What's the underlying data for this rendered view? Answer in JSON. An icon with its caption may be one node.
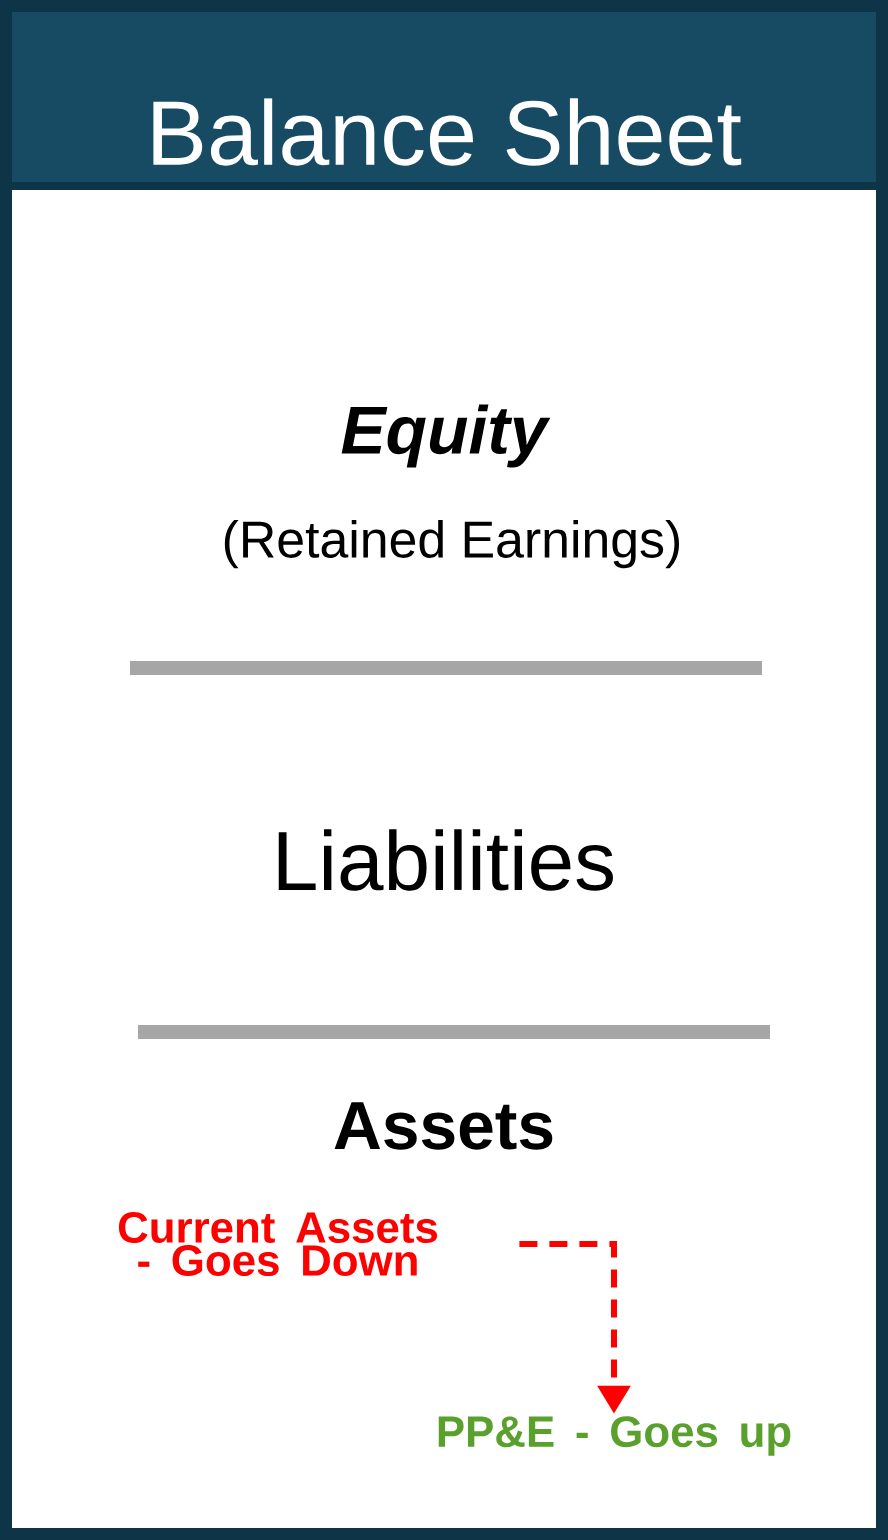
{
  "diagram": {
    "title": "Balance Sheet",
    "nodes": [
      {
        "text": [
          "Current Assets - Goes Down"
        ]
      },
      {
        "text": [
          "PP&E - Goes up"
        ]
      }
    ],
    "edges": [
      {
        "from": 0,
        "to": 1,
        "arrow": "to",
        "style": "dashed",
        "color": "#ff0000"
      }
    ],
    "labels": [
      "Equity",
      "(Retained Earnings)",
      "Liabilities",
      "Assets"
    ]
  }
}
